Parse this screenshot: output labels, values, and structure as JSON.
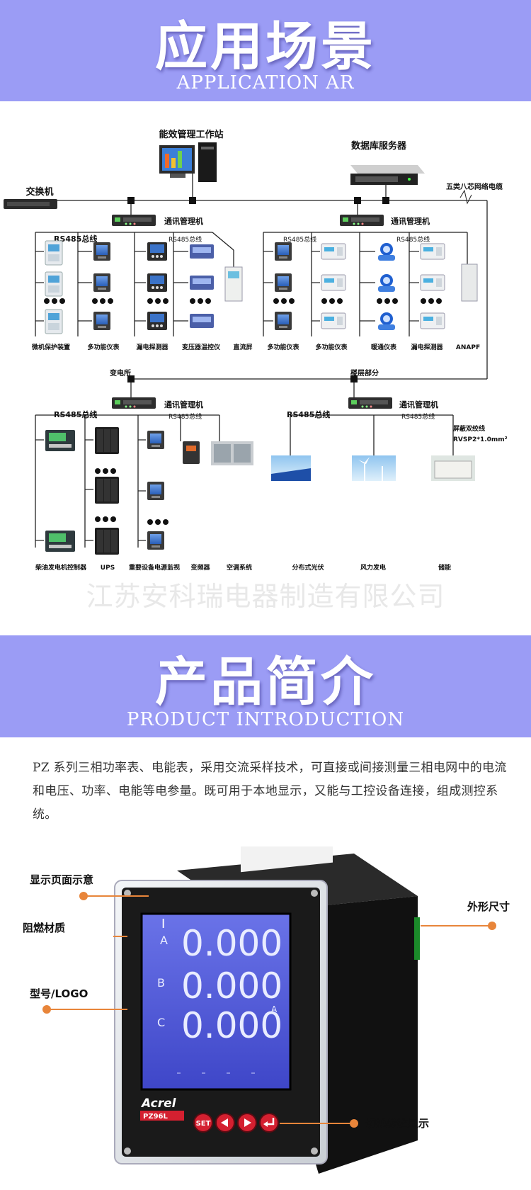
{
  "banner_application": {
    "title": "应用场景",
    "subtitle": "APPLICATION AR"
  },
  "diagram": {
    "workstation": "能效管理工作站",
    "db_server": "数据库服务器",
    "switch": "交换机",
    "cable": "五类八芯网络电缆",
    "comm_manager": "通讯管理机",
    "rs485": "RS485总线",
    "group1_items": [
      "微机保护装置",
      "多功能仪表",
      "漏电探测器",
      "变压器温控仪",
      "直流屏"
    ],
    "group2_items": [
      "多功能仪表",
      "多功能仪表",
      "暖通仪表",
      "漏电探测器",
      "ANAPF"
    ],
    "substation": "变电所",
    "floor": "楼层部分",
    "group3_items": [
      "柴油发电机控制器",
      "UPS",
      "重要设备电源监视",
      "变频器",
      "空调系统"
    ],
    "group4_items": [
      "分布式光伏",
      "风力发电",
      "储能"
    ],
    "shield_cable": "屏蔽双绞线",
    "shield_spec": "RVSP2*1.0mm²",
    "watermark": "江苏安科瑞电器制造有限公司"
  },
  "banner_intro": {
    "title": "产品简介",
    "subtitle": "PRODUCT INTRODUCTION"
  },
  "intro_text": "PZ 系列三相功率表、电能表，采用交流采样技术，可直接或间接测量三相电网中的电流和电压、功率、电能等电参量。既可用于本地显示，又能与工控设备连接，组成测控系统。",
  "product": {
    "labels": {
      "display": "显示页面示意",
      "material": "阻燃材质",
      "model_logo": "型号/LOGO",
      "size": "外形尺寸",
      "switch_params": "切换参数显示"
    },
    "lcd_rows": [
      "A",
      "B",
      "C"
    ],
    "lcd_value": "0.000",
    "lcd_unit": "A",
    "lcd_phase_mark": "I",
    "brand": "Acrel",
    "model": "PZ96L",
    "set_button": "SET",
    "accent_color": "#e8853a",
    "button_color": "#d42030"
  }
}
